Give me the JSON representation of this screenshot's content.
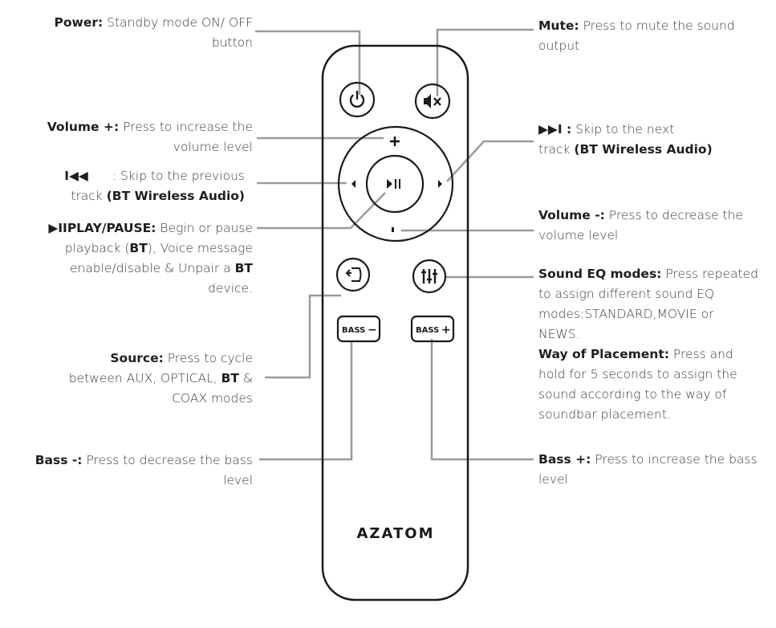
{
  "brand": "AZATOM",
  "buttons": {
    "source_icon": "source-icon",
    "eq_icon": "equalizer-icon",
    "bass_minus": "BASS",
    "bass_plus": "BASS",
    "vol_plus": "+",
    "minus_glyph": "−",
    "plus_glyph": "+"
  },
  "callouts": {
    "power": {
      "title": "Power:",
      "line1": "Standby mode ON/ OFF",
      "line2": "button"
    },
    "mute": {
      "title": "Mute:",
      "line1": "Press to mute the sound",
      "line2": "output"
    },
    "vol_plus": {
      "title": "Volume +:",
      "line1": "Press to increase the",
      "line2": "volume level"
    },
    "next": {
      "title": "▶▶I :",
      "line1": "Skip to the next",
      "line2a": "track",
      "line2b": "(BT Wireless Audio)"
    },
    "prev": {
      "title": "I◀◀",
      "line1": ": Skip to the previous",
      "line2a": "track",
      "line2b": "(BT Wireless Audio)"
    },
    "vol_minus": {
      "title": "Volume -:",
      "line1": "Press to decrease the",
      "line2": "volume level"
    },
    "play": {
      "title": "▶IIPLAY/PAUSE:",
      "line1": "Begin or pause",
      "line2a": "playback (",
      "line2b": "BT",
      "line2c": "), Voice message",
      "line3a": "enable/disable & Unpair a",
      "line3b": "BT",
      "line4": "device."
    },
    "eq": {
      "title": "Sound EQ modes:",
      "line1": "Press repeated",
      "line2": "to assign different sound EQ",
      "line3": "modes:STANDARD,MOVIE or",
      "line4": "NEWS.",
      "title2": "Way of Placement:",
      "line5": "Press and",
      "line6": "hold for 5 seconds to assign the",
      "line7": "sound according to the way of",
      "line8": "soundbar placement."
    },
    "source": {
      "title": "Source:",
      "line1": "Press to cycle",
      "line2": "between AUX, OPTICAL,",
      "line2b": "BT",
      "line2c": "&",
      "line3": "COAX modes"
    },
    "bass_minus": {
      "title": "Bass -:",
      "line1": "Press to decrease the bass",
      "line2": "level"
    },
    "bass_plus": {
      "title": "Bass +:",
      "line1": "Press to increase the bass",
      "line2": "level"
    }
  }
}
